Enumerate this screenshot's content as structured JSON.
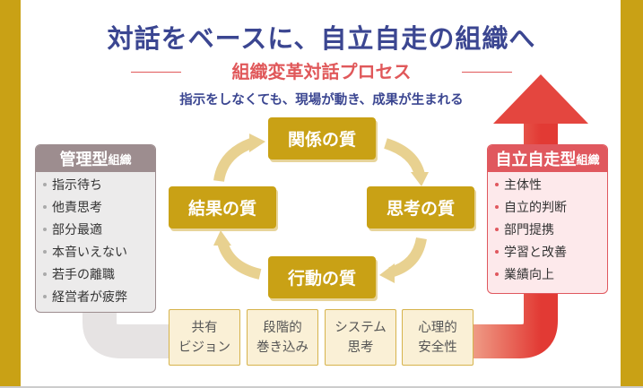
{
  "title": "対話をベースに、自立自走の組織へ",
  "subtitle": {
    "part1": "組織変革対話",
    "part2": "プロセス"
  },
  "tagline": "指示をしなくても、現場が動き、成果が生まれる",
  "cycle": [
    "関係の質",
    "思考の質",
    "行動の質",
    "結果の質"
  ],
  "left_panel": {
    "title": "管理型",
    "title_small": "組織",
    "items": [
      "指示待ち",
      "他責思考",
      "部分最適",
      "本音いえない",
      "若手の離職",
      "経営者が疲弊"
    ]
  },
  "right_panel": {
    "title": "自立自走型",
    "title_small": "組織",
    "items": [
      "主体性",
      "自立的判断",
      "部門提携",
      "学習と改善",
      "業績向上"
    ]
  },
  "pillars": [
    [
      "共有",
      "ビジョン"
    ],
    [
      "段階的",
      "巻き込み"
    ],
    [
      "システム",
      "思考"
    ],
    [
      "心理的",
      "安全性"
    ]
  ],
  "colors": {
    "gold": "#c9a115",
    "navy": "#3b4691",
    "red": "#e0585a",
    "gray": "#9d8d8f"
  }
}
